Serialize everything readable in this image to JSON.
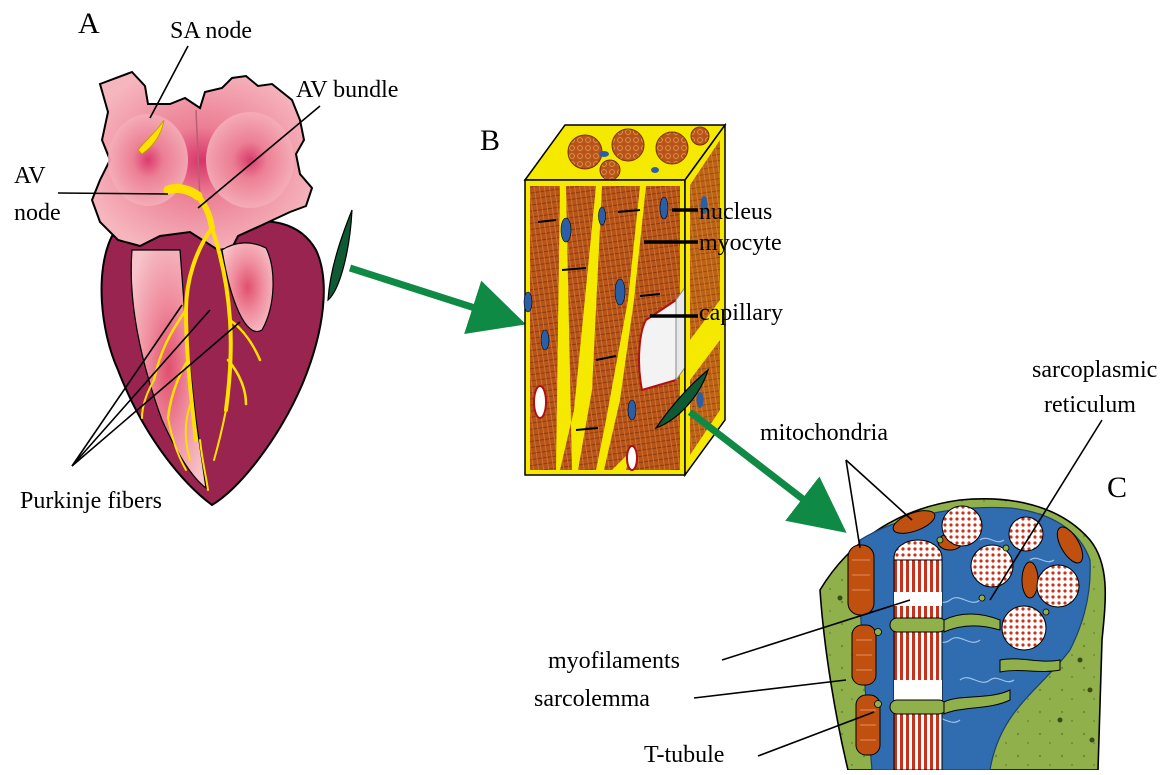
{
  "panels": {
    "a": "A",
    "b": "B",
    "c": "C"
  },
  "labels": {
    "sa_node": "SA node",
    "av_bundle": "AV bundle",
    "av_node_line1": "AV",
    "av_node_line2": "node",
    "purkinje_fibers": "Purkinje fibers",
    "nucleus": "nucleus",
    "myocyte": "myocyte",
    "capillary": "capillary",
    "sarcoplasmic_line1": "sarcoplasmic",
    "sarcoplasmic_line2": "reticulum",
    "mitochondria": "mitochondria",
    "myofilaments": "myofilaments",
    "sarcolemma": "sarcolemma",
    "t_tubule": "T-tubule"
  },
  "colors": {
    "heart_atria": "#f2a0ac",
    "heart_node_center": "#d63060",
    "ventricle": "#9a2450",
    "conduction": "#ffe000",
    "arrow": "#0f8a45",
    "tissue_yellow": "#f5e900",
    "muscle_fiber": "#b85418",
    "nucleus_blue": "#2a5fa8",
    "cell_green": "#8fb04a",
    "reticulum_blue": "#2f6cb0",
    "myofibril_red": "#d03018"
  }
}
